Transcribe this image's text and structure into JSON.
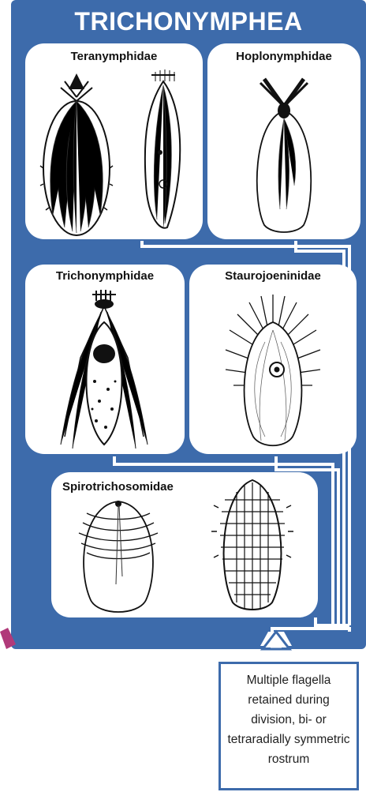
{
  "title": "TRICHONYMPHEA",
  "groups": [
    {
      "id": "teranymphidae",
      "label": "Teranymphidae"
    },
    {
      "id": "hoplonymphidae",
      "label": "Hoplonymphidae"
    },
    {
      "id": "trichonymphidae",
      "label": "Trichonymphidae"
    },
    {
      "id": "staurojoeninidae",
      "label": "Staurojoeninidae"
    },
    {
      "id": "spirotrichosomidae",
      "label": "Spirotrichosomidae"
    }
  ],
  "note": "Multiple flagella retained during division, bi- or tetraradially symmetric rostrum",
  "colors": {
    "panel": "#3d6bab",
    "card": "#ffffff",
    "ink": "#111111",
    "note_border": "#3d6bab",
    "marker": "#b03a7a"
  }
}
